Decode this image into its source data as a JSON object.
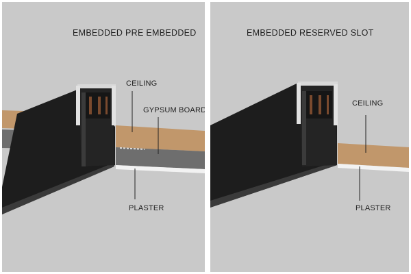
{
  "left_panel": {
    "title": "EMBEDDED PRE EMBEDDED",
    "labels": {
      "ceiling": "CEILING",
      "gypsum_board": "GYPSUM BOARD",
      "plaster": "PLASTER"
    }
  },
  "right_panel": {
    "title": "EMBEDDED RESERVED SLOT",
    "labels": {
      "ceiling": "CEILING",
      "plaster": "PLASTER"
    }
  },
  "colors": {
    "background": "#c9c9c9",
    "wood": "#c1976b",
    "track_black": "#1d1d1d",
    "gypsum_gray": "#6e6e6e",
    "plaster_white": "#f2f2f2",
    "copper_rail": "#7a4a2e"
  }
}
